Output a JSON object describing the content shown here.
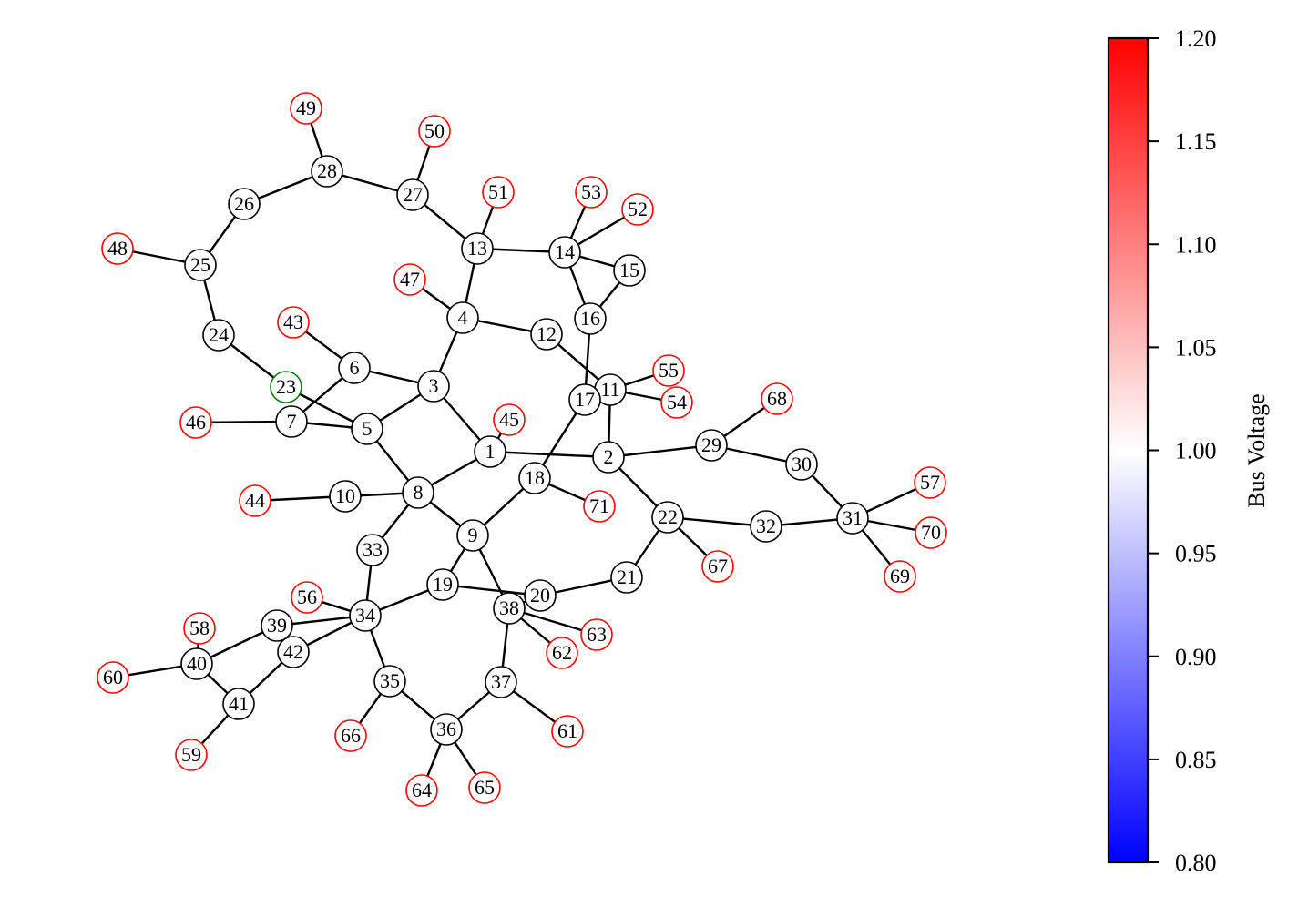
{
  "colorbar": {
    "label": "Bus Voltage",
    "ticks": [
      "0.80",
      "0.85",
      "0.90",
      "0.95",
      "1.00",
      "1.05",
      "1.10",
      "1.15",
      "1.20"
    ],
    "range": [
      0.8,
      1.2
    ],
    "colors": {
      "low": "#0000ff",
      "mid": "#ffffff",
      "high": "#ff0000"
    }
  },
  "border_colors": {
    "load": "#000000",
    "generator": "#ff0000",
    "slack": "#008000"
  },
  "edge_color": "#000000",
  "nodes": [
    {
      "id": "1",
      "kind": "load"
    },
    {
      "id": "2",
      "kind": "load"
    },
    {
      "id": "3",
      "kind": "load"
    },
    {
      "id": "4",
      "kind": "load"
    },
    {
      "id": "5",
      "kind": "load"
    },
    {
      "id": "6",
      "kind": "load"
    },
    {
      "id": "7",
      "kind": "load"
    },
    {
      "id": "8",
      "kind": "load"
    },
    {
      "id": "9",
      "kind": "load"
    },
    {
      "id": "10",
      "kind": "load"
    },
    {
      "id": "11",
      "kind": "load"
    },
    {
      "id": "12",
      "kind": "load"
    },
    {
      "id": "13",
      "kind": "load"
    },
    {
      "id": "14",
      "kind": "load"
    },
    {
      "id": "15",
      "kind": "load"
    },
    {
      "id": "16",
      "kind": "load"
    },
    {
      "id": "17",
      "kind": "load"
    },
    {
      "id": "18",
      "kind": "load"
    },
    {
      "id": "19",
      "kind": "load"
    },
    {
      "id": "20",
      "kind": "load"
    },
    {
      "id": "21",
      "kind": "load"
    },
    {
      "id": "22",
      "kind": "load"
    },
    {
      "id": "23",
      "kind": "slack"
    },
    {
      "id": "24",
      "kind": "load"
    },
    {
      "id": "25",
      "kind": "load"
    },
    {
      "id": "26",
      "kind": "load"
    },
    {
      "id": "27",
      "kind": "load"
    },
    {
      "id": "28",
      "kind": "load"
    },
    {
      "id": "29",
      "kind": "load"
    },
    {
      "id": "30",
      "kind": "load"
    },
    {
      "id": "31",
      "kind": "load"
    },
    {
      "id": "32",
      "kind": "load"
    },
    {
      "id": "33",
      "kind": "load"
    },
    {
      "id": "34",
      "kind": "load"
    },
    {
      "id": "35",
      "kind": "load"
    },
    {
      "id": "36",
      "kind": "load"
    },
    {
      "id": "37",
      "kind": "load"
    },
    {
      "id": "38",
      "kind": "load"
    },
    {
      "id": "39",
      "kind": "load"
    },
    {
      "id": "40",
      "kind": "load"
    },
    {
      "id": "41",
      "kind": "load"
    },
    {
      "id": "42",
      "kind": "load"
    },
    {
      "id": "43",
      "kind": "generator"
    },
    {
      "id": "44",
      "kind": "generator"
    },
    {
      "id": "45",
      "kind": "generator"
    },
    {
      "id": "46",
      "kind": "generator"
    },
    {
      "id": "47",
      "kind": "generator"
    },
    {
      "id": "48",
      "kind": "generator"
    },
    {
      "id": "49",
      "kind": "generator"
    },
    {
      "id": "50",
      "kind": "generator"
    },
    {
      "id": "51",
      "kind": "generator"
    },
    {
      "id": "52",
      "kind": "generator"
    },
    {
      "id": "53",
      "kind": "generator"
    },
    {
      "id": "54",
      "kind": "generator"
    },
    {
      "id": "55",
      "kind": "generator"
    },
    {
      "id": "56",
      "kind": "generator"
    },
    {
      "id": "57",
      "kind": "generator"
    },
    {
      "id": "58",
      "kind": "generator"
    },
    {
      "id": "59",
      "kind": "generator"
    },
    {
      "id": "60",
      "kind": "generator"
    },
    {
      "id": "61",
      "kind": "generator"
    },
    {
      "id": "62",
      "kind": "generator"
    },
    {
      "id": "63",
      "kind": "generator"
    },
    {
      "id": "64",
      "kind": "generator"
    },
    {
      "id": "65",
      "kind": "generator"
    },
    {
      "id": "66",
      "kind": "generator"
    },
    {
      "id": "67",
      "kind": "generator"
    },
    {
      "id": "68",
      "kind": "generator"
    },
    {
      "id": "69",
      "kind": "generator"
    },
    {
      "id": "70",
      "kind": "generator"
    },
    {
      "id": "71",
      "kind": "generator"
    }
  ],
  "edges": [
    [
      "1",
      "2"
    ],
    [
      "1",
      "3"
    ],
    [
      "1",
      "8"
    ],
    [
      "1",
      "45"
    ],
    [
      "3",
      "4"
    ],
    [
      "3",
      "5"
    ],
    [
      "3",
      "6"
    ],
    [
      "4",
      "12"
    ],
    [
      "4",
      "13"
    ],
    [
      "4",
      "47"
    ],
    [
      "5",
      "7"
    ],
    [
      "5",
      "8"
    ],
    [
      "5",
      "23"
    ],
    [
      "6",
      "7"
    ],
    [
      "6",
      "43"
    ],
    [
      "7",
      "46"
    ],
    [
      "8",
      "9"
    ],
    [
      "8",
      "10"
    ],
    [
      "8",
      "33"
    ],
    [
      "9",
      "18"
    ],
    [
      "9",
      "19"
    ],
    [
      "9",
      "38"
    ],
    [
      "10",
      "44"
    ],
    [
      "11",
      "2"
    ],
    [
      "11",
      "12"
    ],
    [
      "11",
      "17"
    ],
    [
      "11",
      "54"
    ],
    [
      "11",
      "55"
    ],
    [
      "13",
      "14"
    ],
    [
      "13",
      "27"
    ],
    [
      "13",
      "51"
    ],
    [
      "14",
      "15"
    ],
    [
      "14",
      "16"
    ],
    [
      "14",
      "52"
    ],
    [
      "14",
      "53"
    ],
    [
      "15",
      "16"
    ],
    [
      "16",
      "17"
    ],
    [
      "17",
      "18"
    ],
    [
      "18",
      "71"
    ],
    [
      "19",
      "20"
    ],
    [
      "19",
      "34"
    ],
    [
      "20",
      "21"
    ],
    [
      "21",
      "22"
    ],
    [
      "2",
      "22"
    ],
    [
      "2",
      "29"
    ],
    [
      "22",
      "32"
    ],
    [
      "22",
      "67"
    ],
    [
      "29",
      "30"
    ],
    [
      "29",
      "68"
    ],
    [
      "30",
      "31"
    ],
    [
      "31",
      "32"
    ],
    [
      "31",
      "57"
    ],
    [
      "31",
      "69"
    ],
    [
      "31",
      "70"
    ],
    [
      "23",
      "24"
    ],
    [
      "24",
      "25"
    ],
    [
      "25",
      "26"
    ],
    [
      "25",
      "48"
    ],
    [
      "26",
      "28"
    ],
    [
      "28",
      "27"
    ],
    [
      "28",
      "49"
    ],
    [
      "27",
      "50"
    ],
    [
      "33",
      "34"
    ],
    [
      "34",
      "35"
    ],
    [
      "34",
      "39"
    ],
    [
      "34",
      "42"
    ],
    [
      "34",
      "56"
    ],
    [
      "35",
      "36"
    ],
    [
      "35",
      "66"
    ],
    [
      "36",
      "37"
    ],
    [
      "36",
      "64"
    ],
    [
      "36",
      "65"
    ],
    [
      "37",
      "38"
    ],
    [
      "37",
      "61"
    ],
    [
      "38",
      "20"
    ],
    [
      "38",
      "62"
    ],
    [
      "38",
      "63"
    ],
    [
      "39",
      "40"
    ],
    [
      "39",
      "42"
    ],
    [
      "40",
      "41"
    ],
    [
      "40",
      "58"
    ],
    [
      "40",
      "60"
    ],
    [
      "41",
      "42"
    ],
    [
      "41",
      "59"
    ]
  ]
}
